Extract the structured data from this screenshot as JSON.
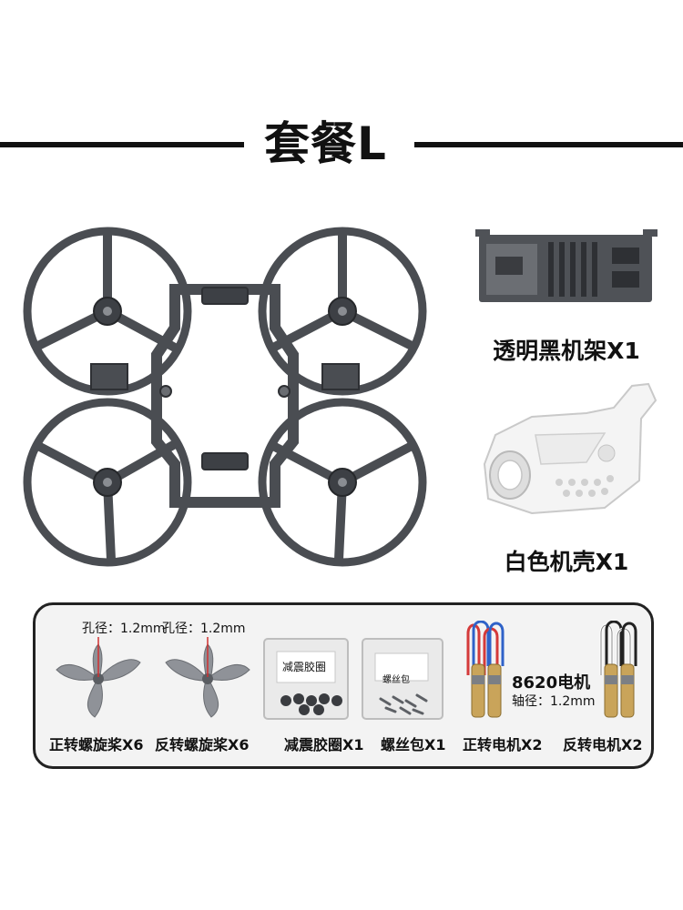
{
  "title": "套餐L",
  "products": {
    "frame_bracket_label": "透明黑机架X1",
    "white_shell_label": "白色机壳X1"
  },
  "accessories": {
    "prop_cw": {
      "hole_text": "孔径：1.2mm",
      "label": "正转螺旋桨X6"
    },
    "prop_ccw": {
      "hole_text": "孔径：1.2mm",
      "label": "反转螺旋桨X6"
    },
    "damper": {
      "bag_text": "减震胶圈",
      "label": "减震胶圈X1"
    },
    "screws": {
      "bag_text": "螺丝包",
      "label": "螺丝包X1"
    },
    "motors": {
      "model": "8620电机",
      "shaft_text": "轴径：1.2mm",
      "cw_label": "正转电机X2",
      "ccw_label": "反转电机X2"
    }
  },
  "colors": {
    "frame": "#4a4d52",
    "frame_dark": "#2e3034",
    "shell": "#f4f4f4",
    "panel_bg": "#f3f3f3"
  }
}
